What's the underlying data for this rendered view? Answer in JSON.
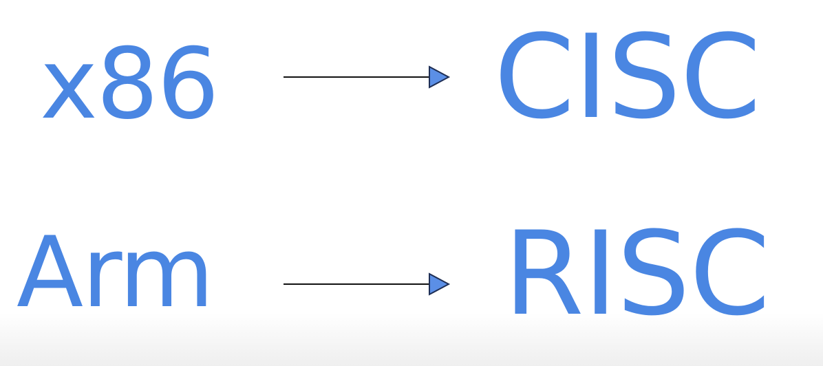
{
  "colors": {
    "term": "#4a86e2",
    "arrow_line": "#111111",
    "arrow_head": "#5b8fe6"
  },
  "mappings": [
    {
      "from": "x86",
      "to": "CISC"
    },
    {
      "from": "Arm",
      "to": "RISC"
    }
  ]
}
